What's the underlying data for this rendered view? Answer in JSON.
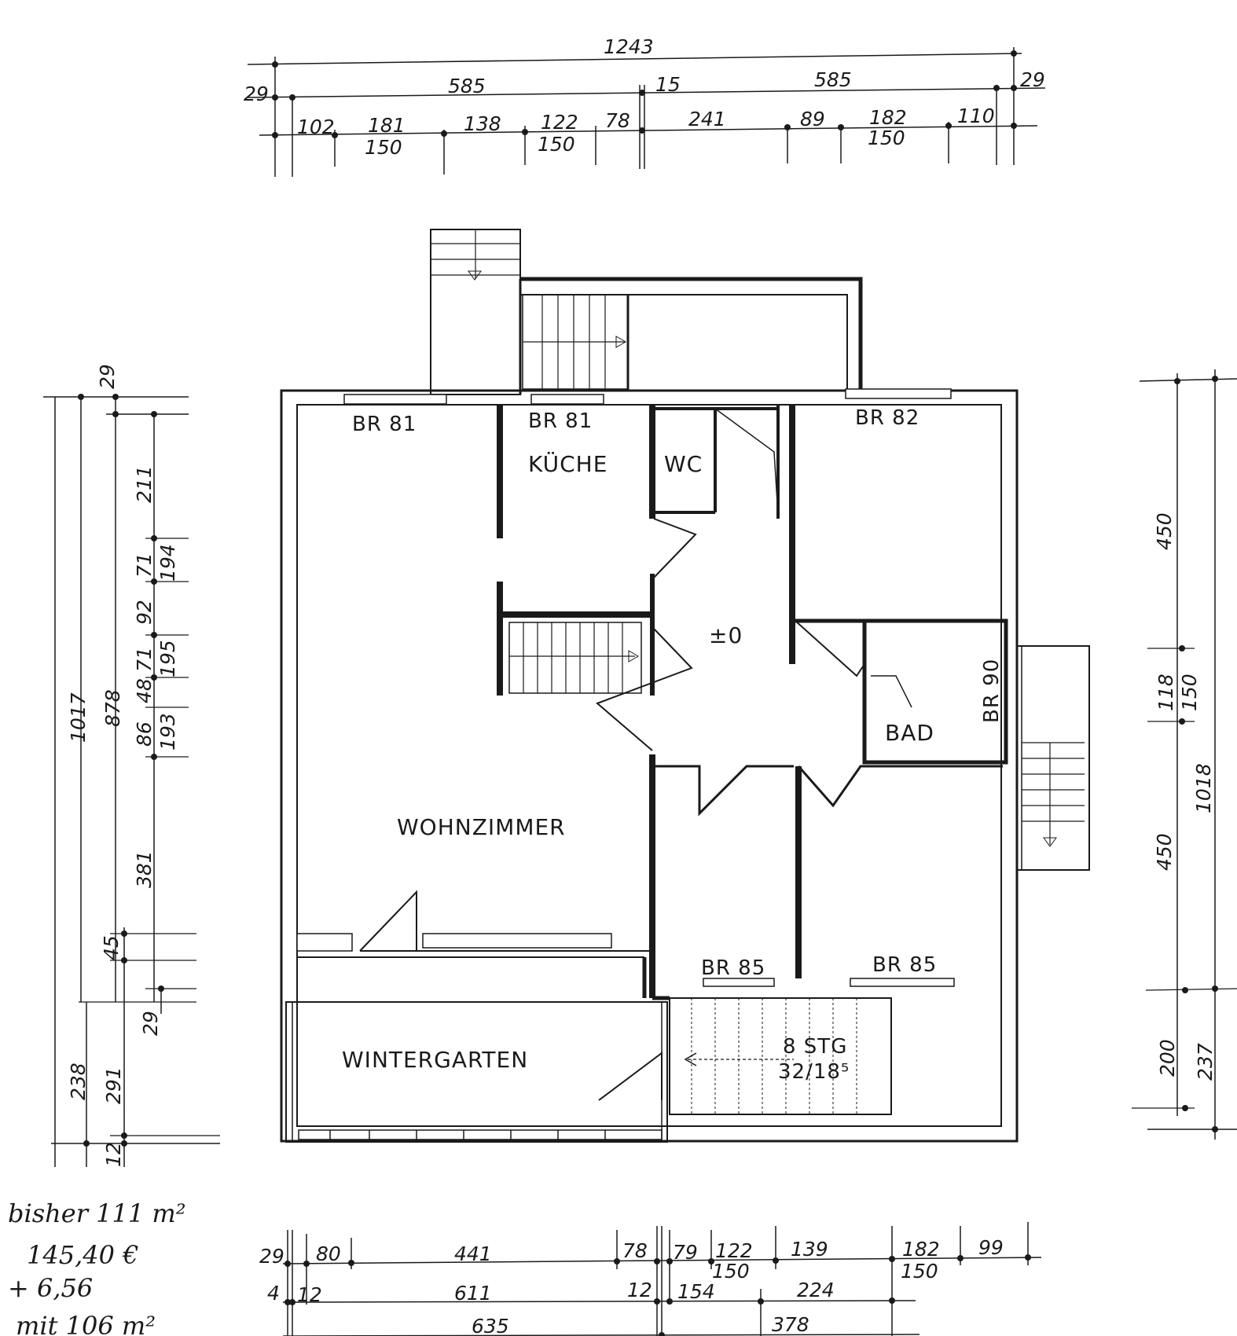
{
  "plan": {
    "ink_color": "#1a1a1a",
    "paper_color": "#ffffff",
    "rooms": {
      "wohnzimmer": "WOHNZIMMER",
      "kueche": "KÜCHE",
      "wc": "WC",
      "bad": "BAD",
      "wintergarten": "WINTERGARTEN",
      "level": "±0"
    },
    "windows": {
      "br81_a": "BR 81",
      "br81_b": "BR 81",
      "br82": "BR 82",
      "br90": "BR 90",
      "br85_a": "BR 85",
      "br85_b": "BR 85"
    },
    "stairs": {
      "count": "8 STG",
      "ratio": "32/18⁵"
    },
    "dims_top": {
      "overall": "1243",
      "left_wall": "29",
      "left_half": "585",
      "mid": "15",
      "right_half": "585",
      "right_wall": "29",
      "seg1": "102",
      "seg2": "181",
      "seg2b": "150",
      "seg3": "138",
      "seg4": "122",
      "seg4b": "150",
      "seg5": "78",
      "seg6": "241",
      "seg7": "89",
      "seg8": "182",
      "seg8b": "150",
      "seg9": "110"
    },
    "dims_left": {
      "top_wall": "29",
      "overall": "1017",
      "main": "878",
      "d211": "211",
      "d71a": "71",
      "d194": "194",
      "d92": "92",
      "d71b": "71",
      "d195": "195",
      "d48": "48",
      "d86": "86",
      "d193": "193",
      "d381": "381",
      "d45": "45",
      "d29b": "29",
      "d238": "238",
      "d291": "291",
      "d12": "12"
    },
    "dims_right": {
      "d450a": "450",
      "d118": "118",
      "d150": "150",
      "d1018": "1018",
      "d450b": "450",
      "d200": "200",
      "d237": "237"
    },
    "dims_bottom": {
      "r1_29": "29",
      "r1_80": "80",
      "r1_441": "441",
      "r1_78": "78",
      "r1_79": "79",
      "r1_122": "122",
      "r1_150a": "150",
      "r1_139": "139",
      "r1_182": "182",
      "r1_150b": "150",
      "r1_99": "99",
      "r2_4": "4",
      "r2_12a": "12",
      "r2_611": "611",
      "r2_12b": "12",
      "r2_154": "154",
      "r2_224": "224",
      "r3_635": "635",
      "r3_378": "378"
    },
    "notes": {
      "line1": "bisher 111 m²",
      "line2": "145,40 €",
      "line3": "+ 6,56",
      "line4": "mit 106 m²"
    }
  }
}
